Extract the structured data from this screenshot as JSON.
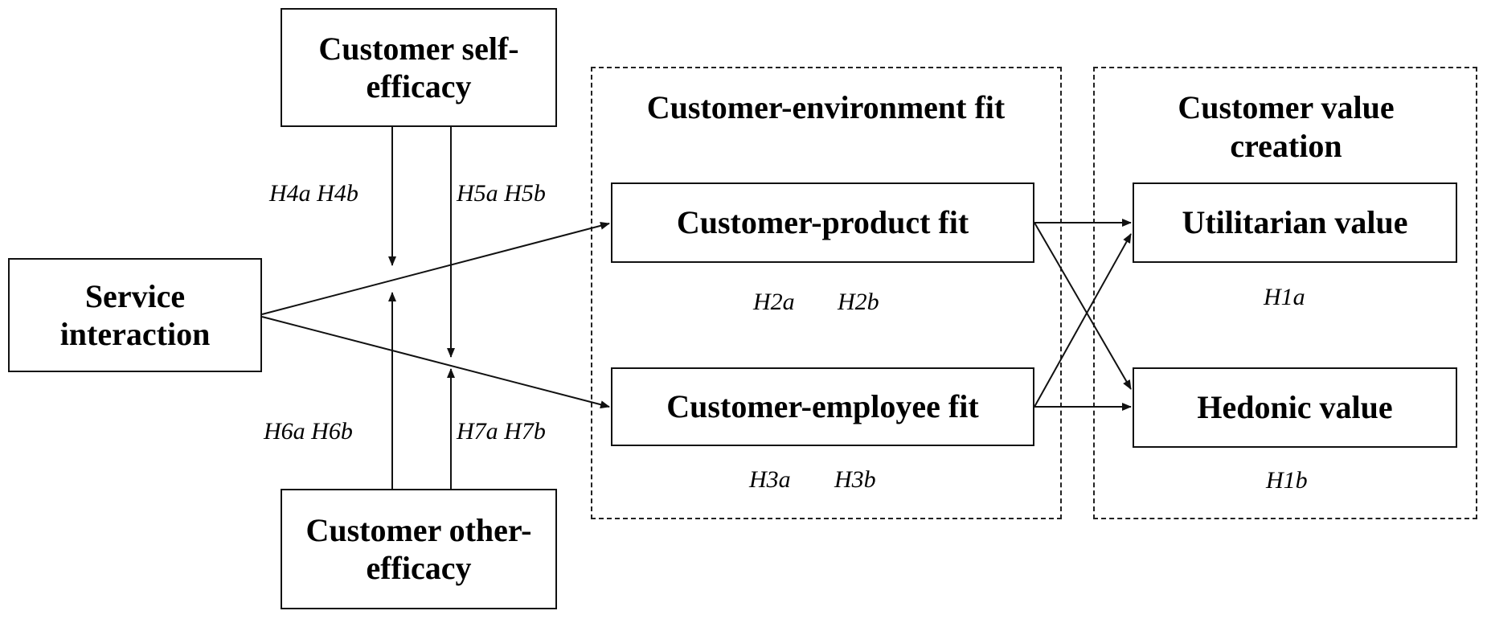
{
  "boxes": {
    "service_interaction": "Service interaction",
    "customer_self_efficacy": "Customer self-efficacy",
    "customer_other_efficacy": "Customer other-efficacy",
    "customer_product_fit": "Customer-product fit",
    "customer_employee_fit": "Customer-employee fit",
    "utilitarian_value": "Utilitarian value",
    "hedonic_value": "Hedonic value"
  },
  "groups": {
    "environment_fit": "Customer-environment fit",
    "value_creation": "Customer value creation"
  },
  "hypotheses": {
    "h4": "H4a H4b",
    "h5": "H5a H5b",
    "h6": "H6a H6b",
    "h7": "H7a H7b",
    "h2a": "H2a",
    "h2b": "H2b",
    "h3a": "H3a",
    "h3b": "H3b",
    "h1a": "H1a",
    "h1b": "H1b"
  }
}
